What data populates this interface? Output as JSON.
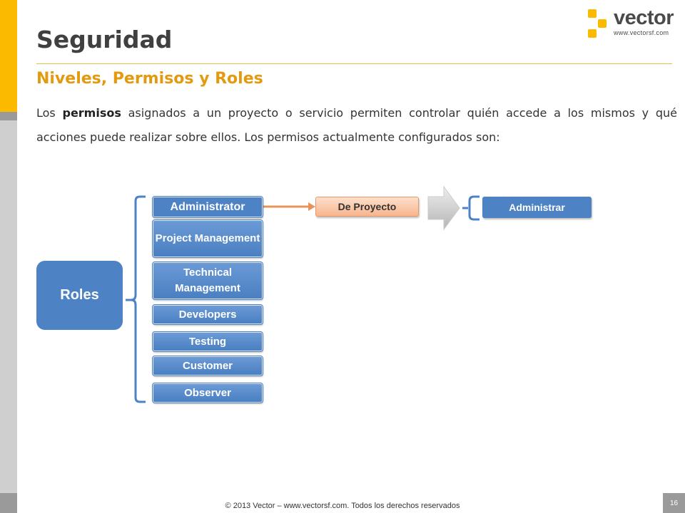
{
  "slide": {
    "title": "Seguridad",
    "subtitle": "Niveles, Permisos y Roles",
    "paragraph_prefix": "Los ",
    "paragraph_bold": "permisos",
    "paragraph_rest": " asignados a un proyecto o servicio permiten controlar quién accede a los mismos y qué acciones puede realizar sobre ellos. Los permisos actualmente configurados son:"
  },
  "logo": {
    "name": "vector",
    "url": "www.vectorsf.com"
  },
  "diagram": {
    "root": "Roles",
    "roles": [
      "Administrator",
      "Project Management",
      "Technical Management",
      "Developers",
      "Testing",
      "Customer",
      "Observer"
    ],
    "permission": "De Proyecto",
    "action": "Administrar"
  },
  "footer": {
    "copyright": "© 2013 Vector – www.vectorsf.com. Todos los derechos reservados",
    "page_number": "16"
  },
  "colors": {
    "accent_yellow": "#fbb900",
    "role_blue": "#4d82c4",
    "permission_orange": "#f7b58e",
    "subtitle_orange": "#e39a0e"
  }
}
